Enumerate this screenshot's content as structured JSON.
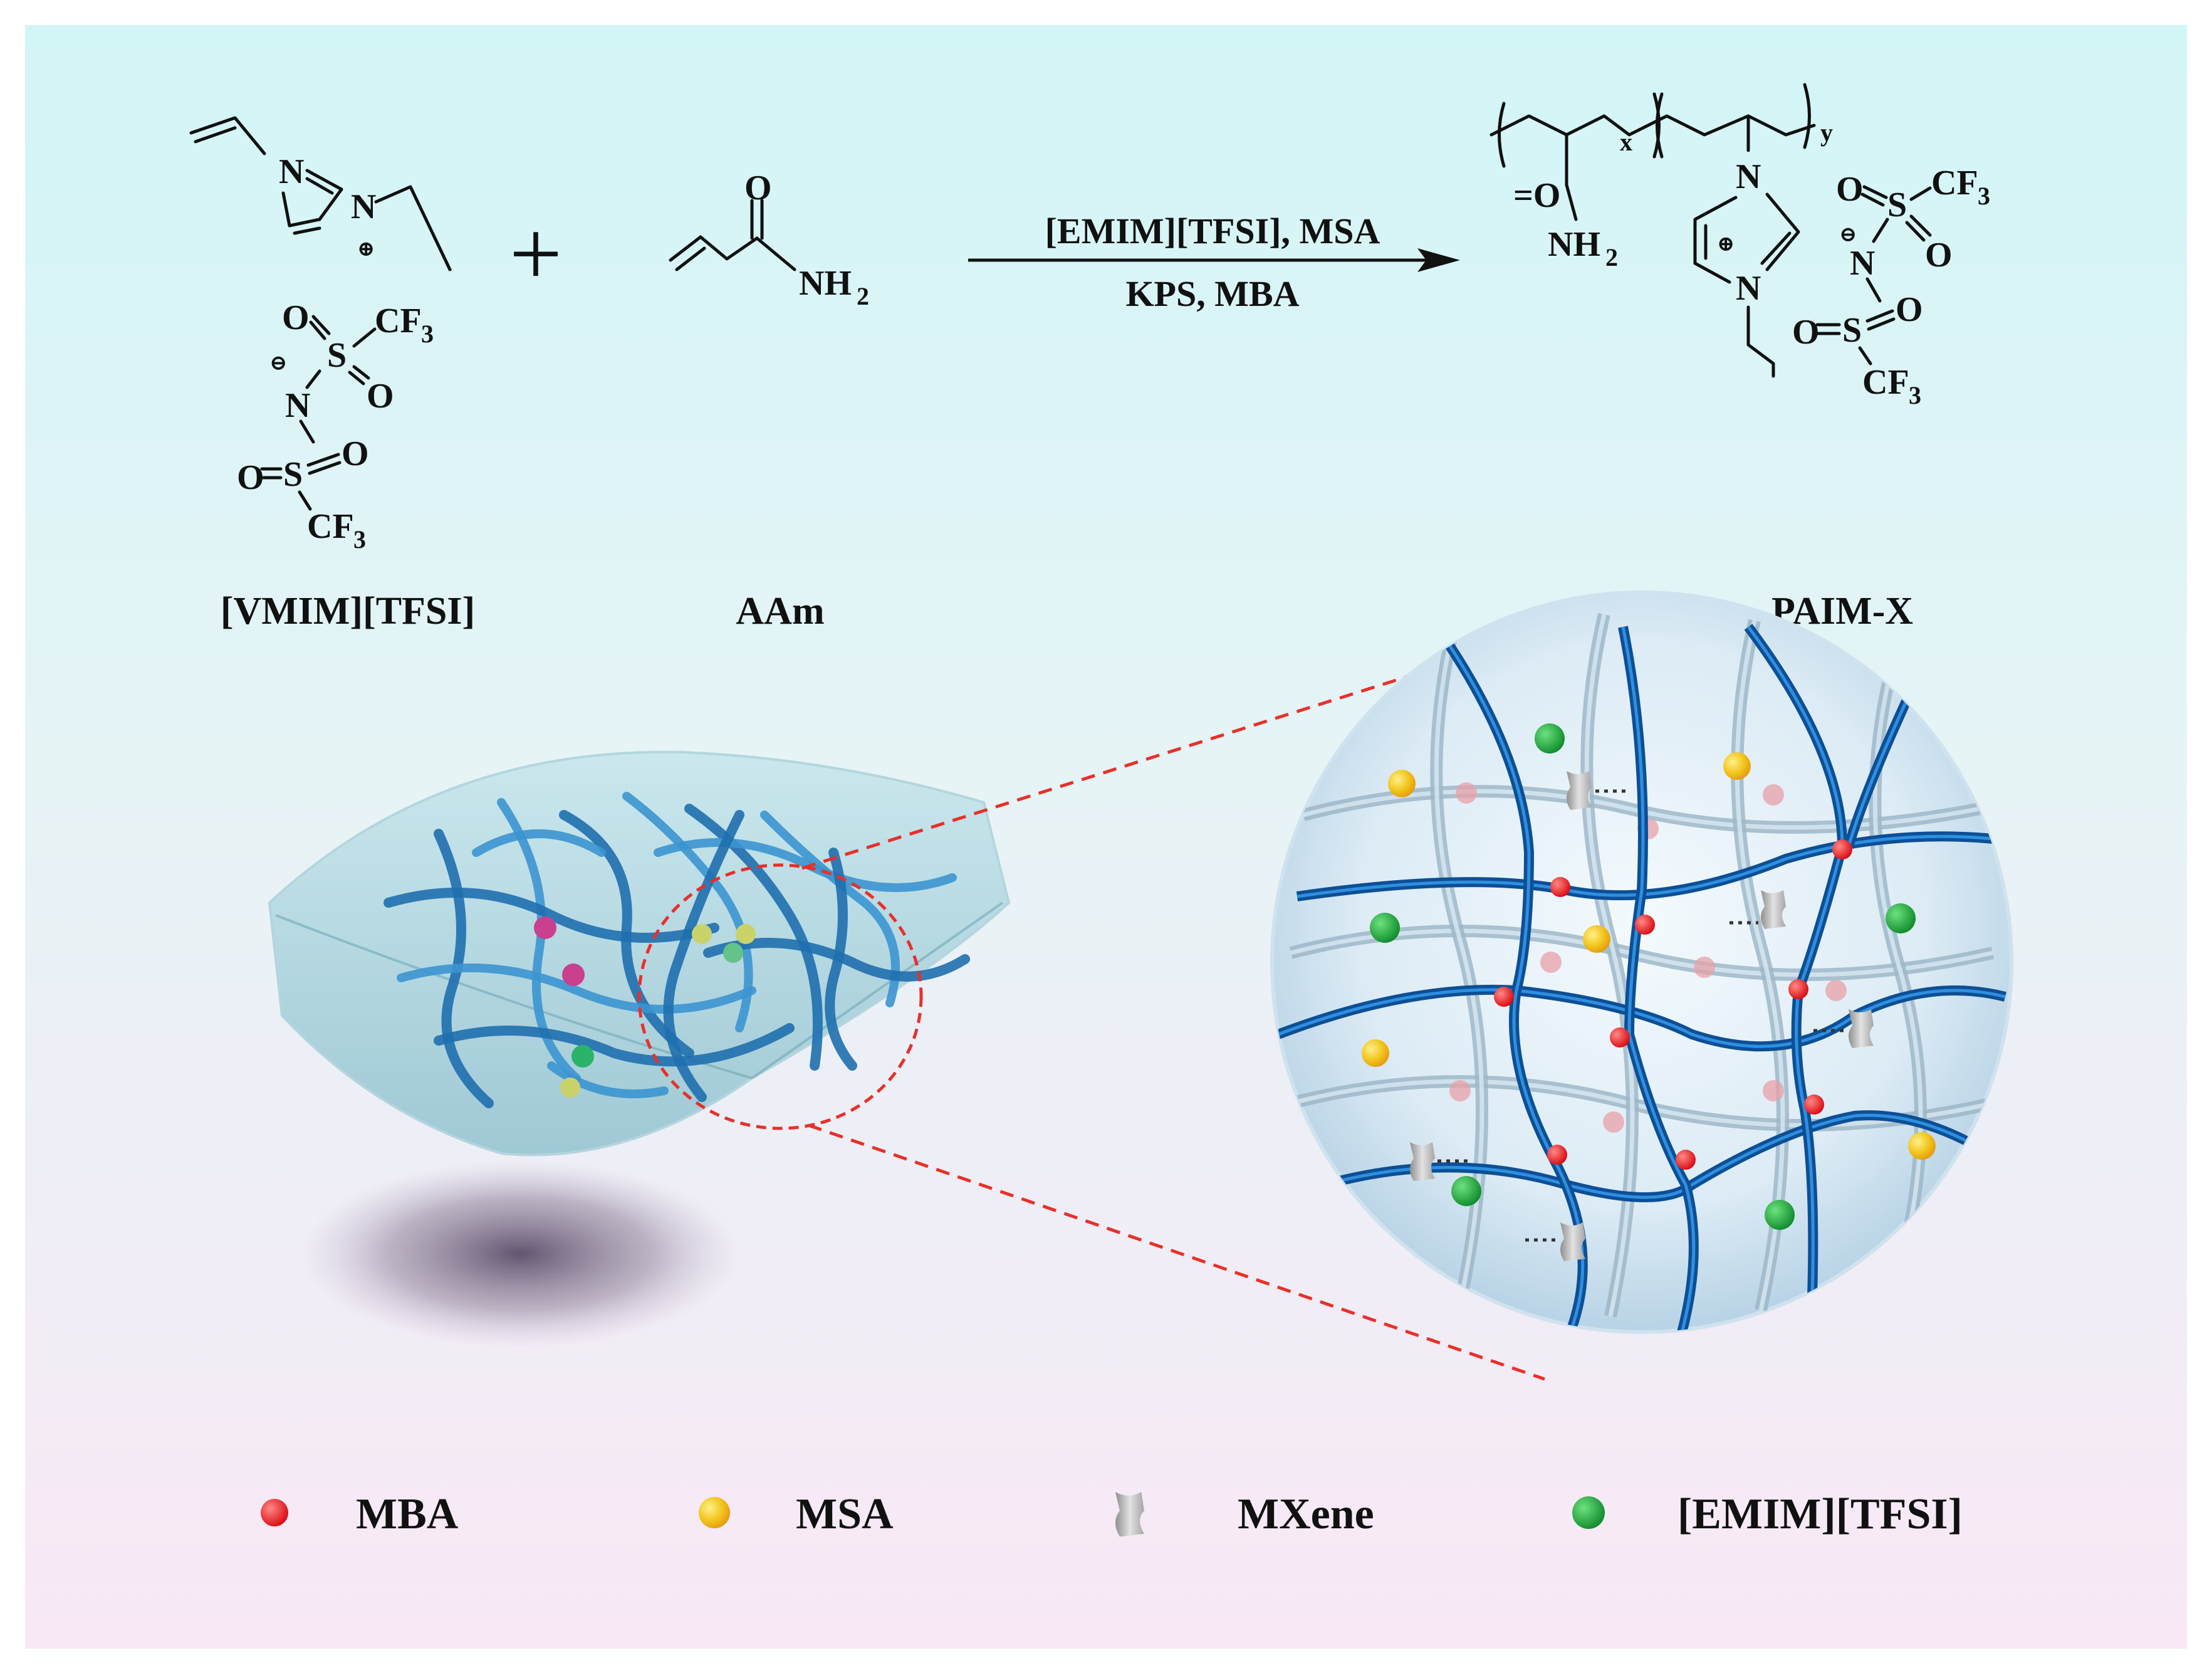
{
  "compounds": {
    "monomer1": "[VMIM][TFSI]",
    "monomer2": "AAm",
    "product": "PAIM-X"
  },
  "reaction": {
    "plus": "+",
    "conditions_top": "[EMIM][TFSI], MSA",
    "conditions_bottom": "KPS, MBA"
  },
  "structure_labels": {
    "N": "N",
    "O": "O",
    "S": "S",
    "CF3": "CF",
    "CF3_sub": "3",
    "NH2": "NH",
    "NH2_sub": "2",
    "S_double_O": "S=O",
    "O_double_S": "O=S",
    "O_double": "=O",
    "cation": "⊕",
    "anion": "⊖",
    "x": "x",
    "y": "y"
  },
  "legend": [
    {
      "label": "MBA",
      "color": "#e8151c"
    },
    {
      "label": "MSA",
      "color": "#f2c41b"
    },
    {
      "label": "MXene",
      "color": "#bdbdbd"
    },
    {
      "label": "[EMIM][TFSI]",
      "color": "#1aa33a"
    }
  ],
  "colors": {
    "background_top": "#d6f6f7",
    "background_bottom": "#f7e6f4",
    "chain_dark": "#0d4f95",
    "chain_light": "#9eb7c8",
    "zoom_line": "#e8302a"
  }
}
